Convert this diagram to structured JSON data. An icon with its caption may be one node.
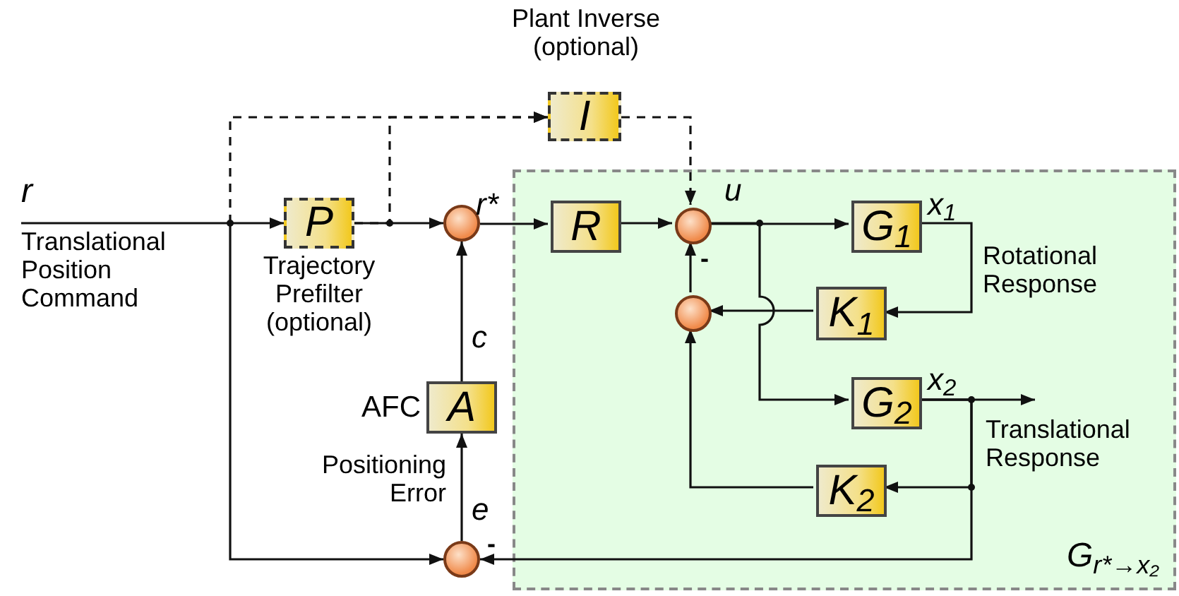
{
  "diagram": {
    "nodes": [
      {
        "text": [
          "G$_{r*→x₂}$"
        ]
      },
      {
        "text": [
          "P"
        ],
        "beside": [
          "Trajectory Prefilter (optional)"
        ]
      },
      {
        "text": [
          "I"
        ],
        "beside": [
          "Plant Inverse (optional)"
        ]
      },
      {
        "text": [],
        "shape": "circle"
      },
      {
        "text": [
          "A"
        ],
        "beside": [
          "AFC"
        ]
      },
      {
        "text": [],
        "shape": "circle"
      },
      {
        "text": [
          "R"
        ],
        "in": 0
      },
      {
        "text": [],
        "shape": "circle",
        "in": 0
      },
      {
        "text": [],
        "shape": "circle",
        "in": 0
      },
      {
        "text": [
          "G$_{1}$"
        ],
        "in": 0
      },
      {
        "text": [
          "K$_{1}$"
        ],
        "in": 0
      },
      {
        "text": [
          "G$_{2}$"
        ],
        "in": 0
      },
      {
        "text": [
          "K$_{2}$"
        ],
        "in": 0
      },
      {
        "text": [
          "Translational Position Command"
        ]
      },
      {
        "text": [
          "Translational Response"
        ],
        "in": 0
      }
    ],
    "edges": [
      {
        "from": 13,
        "to": 1,
        "arrow": "to"
      },
      {
        "from": 1,
        "to": 3,
        "arrow": "to"
      },
      {
        "from": null,
        "to": 2,
        "arrow": "to",
        "style": "dashed"
      },
      {
        "from": 1,
        "to": 2,
        "arrow": "to",
        "style": "dashed"
      },
      {
        "from": 2,
        "to": 7,
        "arrow": "to",
        "style": "dashed"
      },
      {
        "from": null,
        "to": 5,
        "arrow": "to"
      },
      {
        "from": 5,
        "to": 4,
        "arrow": "to"
      },
      {
        "from": 4,
        "to": 3,
        "arrow": "to"
      },
      {
        "from": 3,
        "to": 6,
        "arrow": "to"
      },
      {
        "from": 6,
        "to": 7,
        "arrow": "to"
      },
      {
        "from": 7,
        "to": 9,
        "arrow": "to"
      },
      {
        "from": 7,
        "to": 11,
        "arrow": "to"
      },
      {
        "from": 9,
        "to": 10,
        "arrow": "to"
      },
      {
        "from": 10,
        "to": 8,
        "arrow": "to"
      },
      {
        "from": 8,
        "to": 7,
        "arrow": "to"
      },
      {
        "from": 11,
        "to": 14,
        "arrow": "to"
      },
      {
        "from": 11,
        "to": 12,
        "arrow": "to"
      },
      {
        "from": 12,
        "to": 8,
        "arrow": "to"
      },
      {
        "from": 11,
        "to": 5,
        "arrow": "to"
      }
    ],
    "labels": [
      "r",
      "r*",
      "c",
      "Positioning Error",
      "e",
      "-",
      "u",
      "-",
      "x$_{1}$",
      "Rotational Response",
      "x$_{2}$"
    ]
  }
}
